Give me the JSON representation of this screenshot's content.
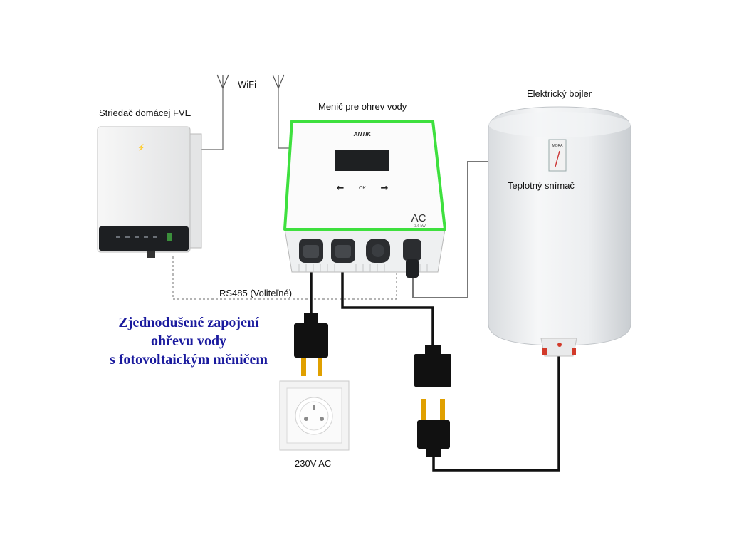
{
  "labels": {
    "inverter": "Striedač domácej FVE",
    "wifi": "WiFi",
    "controller": "Menič pre ohrev vody",
    "boiler": "Elektrický bojler",
    "sensor": "Teplotný snímač",
    "rs485": "RS485 (Voliteľné)",
    "socket": "230V AC"
  },
  "title_lines": [
    "Zjednodušené zapojení",
    "ohřevu vody",
    "s fotovoltaickým měničem"
  ],
  "device": {
    "brand": "ANTIK",
    "ok_label": "OK",
    "model": "AC",
    "model_sub": "3.6 kW",
    "sensor_brand": "MORA"
  },
  "colors": {
    "title_blue": "#1a1a9e",
    "controller_glow": "#3ee03e",
    "plug_pins": "#e0a000"
  }
}
